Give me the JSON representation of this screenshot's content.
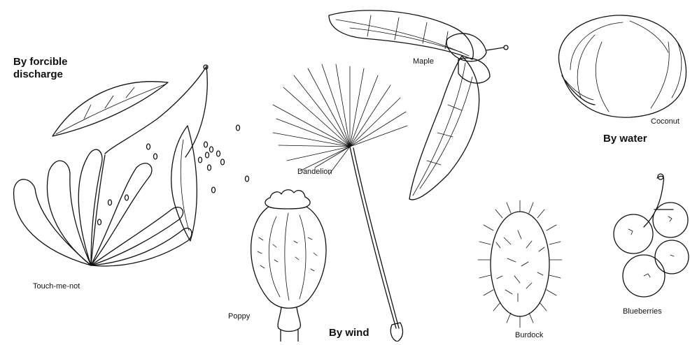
{
  "headings": {
    "forcible": "By forcible discharge",
    "water": "By water",
    "wind": "By wind"
  },
  "plants": {
    "touch_me_not": "Touch-me-not",
    "dandelion": "Dandelion",
    "maple": "Maple",
    "coconut": "Coconut",
    "poppy": "Poppy",
    "burdock": "Burdock",
    "blueberries": "Blueberries"
  }
}
